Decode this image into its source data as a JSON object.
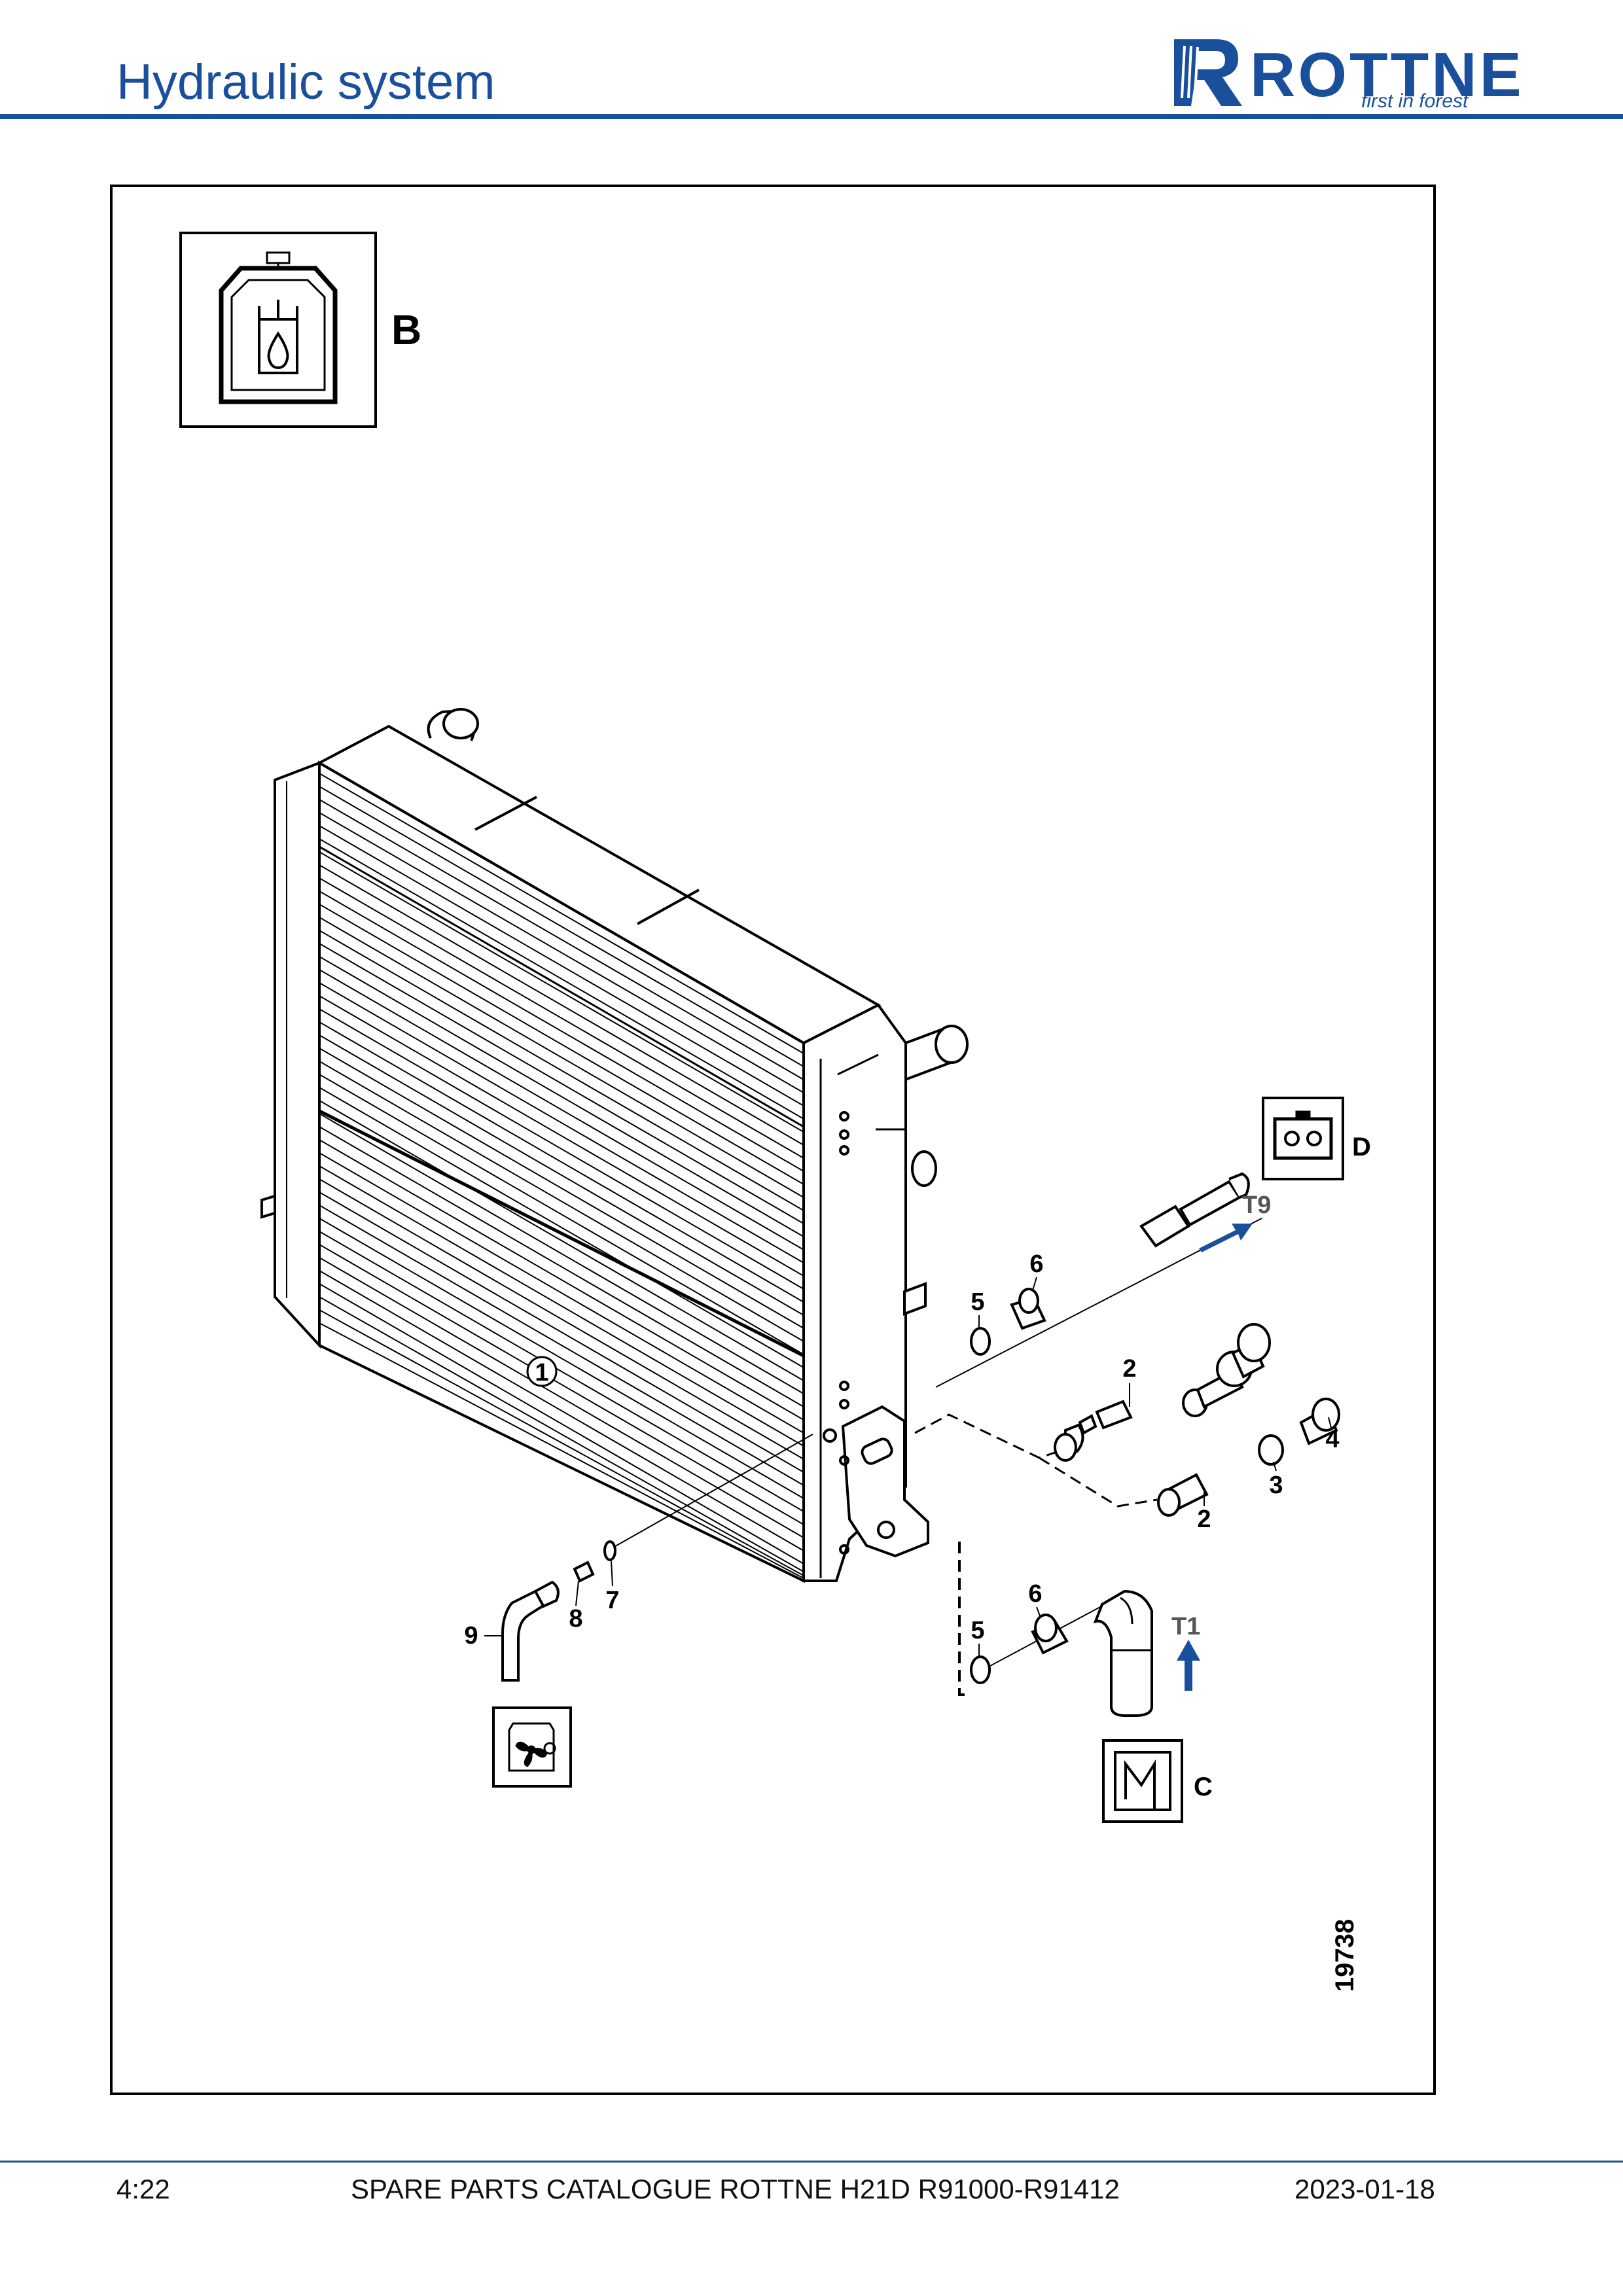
{
  "header": {
    "title": "Hydraulic system",
    "brand": {
      "name": "ROTTNE",
      "tagline": "first in forest",
      "color": "#1a4f9c"
    }
  },
  "diagram": {
    "section_letter": "B",
    "section_icon": "hydraulic-oil-tank-icon",
    "drawing_number": "19738",
    "symbols": [
      {
        "id": "D",
        "icon": "electrical-connector-icon"
      },
      {
        "id": "C",
        "icon": "heater-cooler-icon"
      },
      {
        "id": "fan",
        "icon": "fan-drive-icon"
      }
    ],
    "connections": [
      {
        "label": "T9",
        "direction": "up-right"
      },
      {
        "label": "T1",
        "direction": "up"
      }
    ],
    "callouts": [
      "1",
      "2",
      "2",
      "3",
      "4",
      "5",
      "5",
      "6",
      "6",
      "7",
      "8",
      "9"
    ],
    "colors": {
      "line": "#000000",
      "arrow": "#1a4f9c",
      "connection_label": "#555555"
    }
  },
  "footer": {
    "page": "4:22",
    "catalogue": "SPARE PARTS CATALOGUE ROTTNE H21D R91000-R91412",
    "date": "2023-01-18"
  }
}
